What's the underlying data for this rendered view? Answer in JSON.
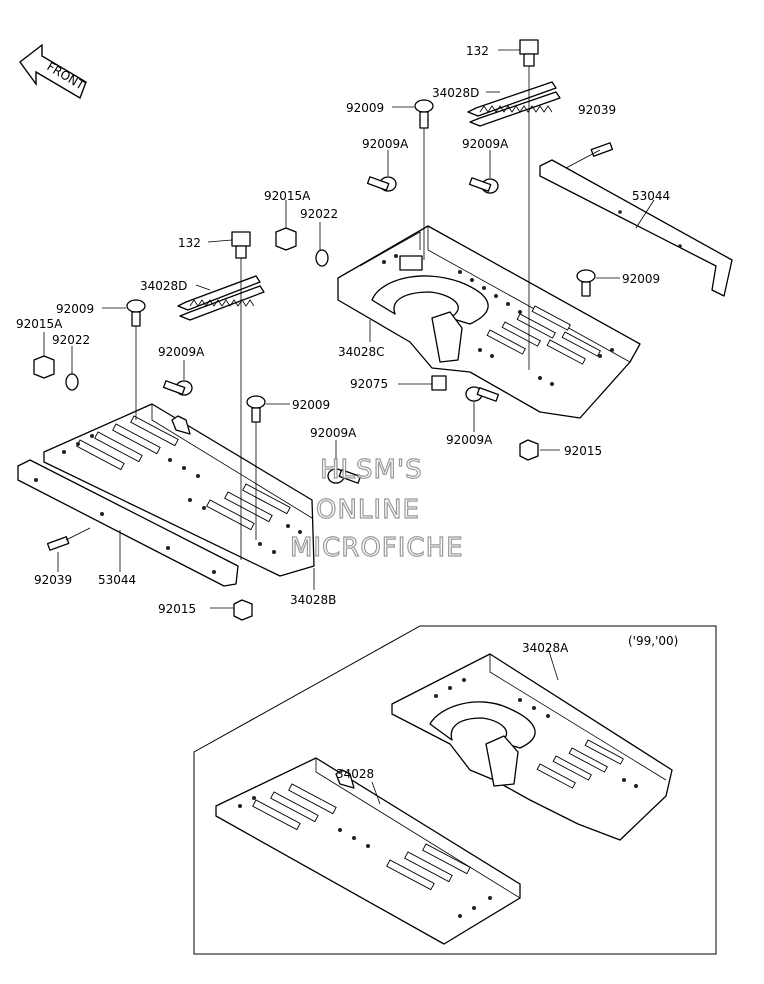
{
  "front_arrow": {
    "label": "FRONT"
  },
  "inset": {
    "years": "('99,'00)"
  },
  "watermark": {
    "line1": "HLSM'S",
    "line2": "ONLINE",
    "line3": "MICROFICHE"
  },
  "labels": {
    "l132_top": "132",
    "l34028D_top": "34028D",
    "l92009_top": "92009",
    "l92039_top": "92039",
    "l92009A_top_left": "92009A",
    "l92009A_top_right": "92009A",
    "l53044_top": "53044",
    "l92015A_mid": "92015A",
    "l92022_mid": "92022",
    "l132_mid": "132",
    "l34028D_mid": "34028D",
    "l92009_right": "92009",
    "l92009_left": "92009",
    "l92015A_left": "92015A",
    "l92022_left": "92022",
    "l34028C": "34028C",
    "l92009A_mid": "92009A",
    "l92075": "92075",
    "l92009_center": "92009",
    "l92009A_right_low": "92009A",
    "l92015_right": "92015",
    "l92009A_center": "92009A",
    "l92039_bottom": "92039",
    "l53044_bottom": "53044",
    "l34028B": "34028B",
    "l92015_bottom": "92015",
    "l34028A": "34028A",
    "l34028": "34028"
  }
}
